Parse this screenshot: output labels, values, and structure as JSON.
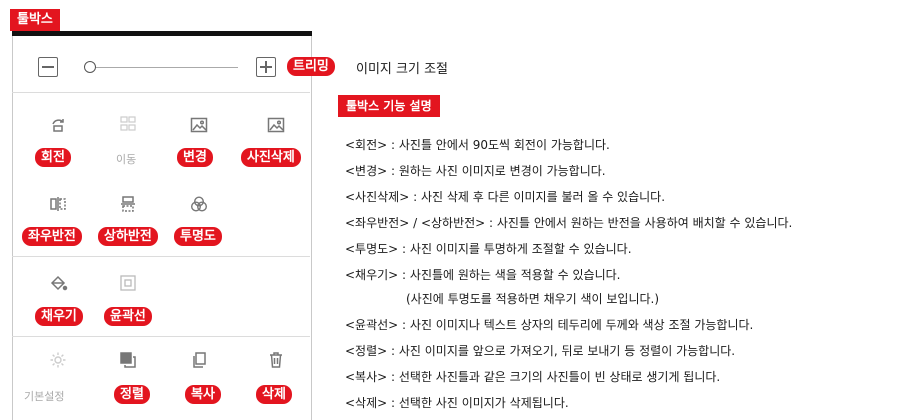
{
  "header_tag": "툴박스",
  "zoom": {
    "minus_label": "−",
    "plus_label": "+",
    "trim_badge": "트리밍",
    "trim_text": "이미지 크기 조절"
  },
  "tools": {
    "rotate": "회전",
    "move": "이동",
    "change": "변경",
    "delete_photo": "사진삭제",
    "flip_lr": "좌우반전",
    "flip_ud": "상하반전",
    "opacity": "투명도",
    "fill": "채우기",
    "outline": "윤곽선",
    "defaults": "기본설정",
    "arrange": "정렬",
    "copy": "복사",
    "remove": "삭제"
  },
  "description": {
    "title": "툴박스 기능 설명",
    "lines": [
      "<회전> : 사진틀 안에서 90도씩 회전이 가능합니다.",
      "<변경> : 원하는 사진 이미지로 변경이 가능합니다.",
      "<사진삭제> : 사진 삭제 후 다른 이미지를 불러 올 수 있습니다.",
      "<좌우반전> / <상하반전> : 사진틀 안에서 원하는 반전을 사용하여 배치할 수 있습니다.",
      "<투명도> : 사진 이미지를 투명하게 조절할 수 있습니다.",
      "<채우기> : 사진틀에 원하는 색을 적용할 수 있습니다.",
      "(사진에 투명도를 적용하면 채우기 색이 보입니다.)",
      "<윤곽선> : 사진 이미지나 텍스트 상자의 테두리에 두께와 색상 조절 가능합니다.",
      "<정렬> : 사진 이미지를 앞으로 가져오기, 뒤로 보내기 등 정렬이 가능합니다.",
      "<복사> : 선택한 사진틀과 같은 크기의 사진틀이 빈 상태로 생기게 됩니다.",
      "<삭제> : 선택한 사진 이미지가 삭제됩니다."
    ]
  },
  "colors": {
    "accent": "#e3151f",
    "icon": "#777777",
    "icon_disabled": "#cccccc"
  }
}
